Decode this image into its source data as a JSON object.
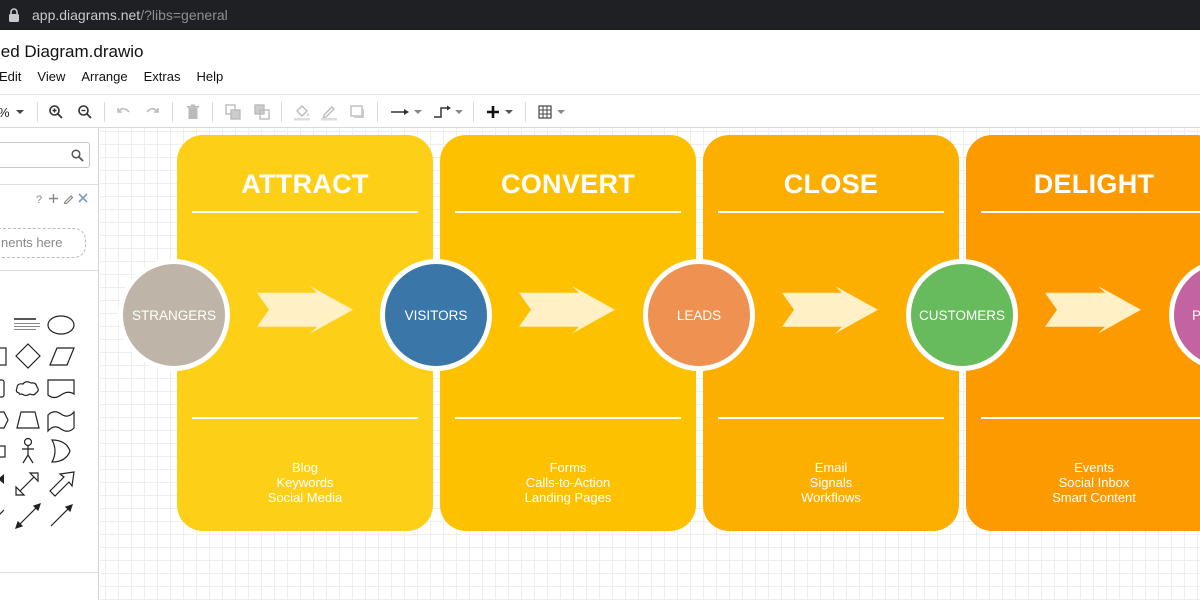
{
  "browser": {
    "url_host": "app.diagrams.net",
    "url_path": "/?libs=general"
  },
  "document": {
    "title": "led Diagram.drawio"
  },
  "menu": [
    "Edit",
    "View",
    "Arrange",
    "Extras",
    "Help"
  ],
  "toolbar": {
    "zoom_label": "%"
  },
  "sidebar": {
    "scratchpad_placeholder": "nents here"
  },
  "diagram": {
    "stages": [
      {
        "title": "ATTRACT",
        "items": [
          "Blog",
          "Keywords",
          "Social Media"
        ],
        "color": "#fdd017"
      },
      {
        "title": "CONVERT",
        "items": [
          "Forms",
          "Calls-to-Action",
          "Landing Pages"
        ],
        "color": "#fdc100"
      },
      {
        "title": "CLOSE",
        "items": [
          "Email",
          "Signals",
          "Workflows"
        ],
        "color": "#fdaf00"
      },
      {
        "title": "DELIGHT",
        "items": [
          "Events",
          "Social Inbox",
          "Smart Content"
        ],
        "color": "#fd9a00"
      }
    ],
    "circles": [
      {
        "label": "STRANGERS",
        "color": "#bfb4a8"
      },
      {
        "label": "VISITORS",
        "color": "#3a77a8"
      },
      {
        "label": "LEADS",
        "color": "#ef9150"
      },
      {
        "label": "CUSTOMERS",
        "color": "#68bb5c"
      },
      {
        "label": "PR",
        "color": "#c463a1"
      }
    ],
    "arrow_color": "#fff0c6"
  }
}
